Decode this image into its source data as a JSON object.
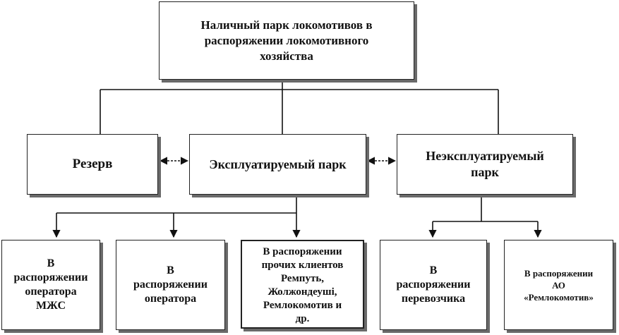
{
  "nodes": {
    "root": "Наличный парк локомотивов в\nраспоряжении локомотивного\nхозяйства",
    "reserve": "Резерв",
    "operated": "Эксплуатируемый парк",
    "nonoperated": "Неэксплуатируемый\nпарк",
    "op_mzhs": "В\nраспоряжении\nоператора\nМЖС",
    "op": "В\nраспоряжении\nоператора",
    "other_clients": "В распоряжении\nпрочих клиентов\nРемпуть,\nЖолжондеуші,\nРемлокомотив и\nдр.",
    "carrier": "В\nраспоряжении\nперевозчика",
    "remloko": "В распоряжении\nАО\n«Ремлокомотив»"
  }
}
